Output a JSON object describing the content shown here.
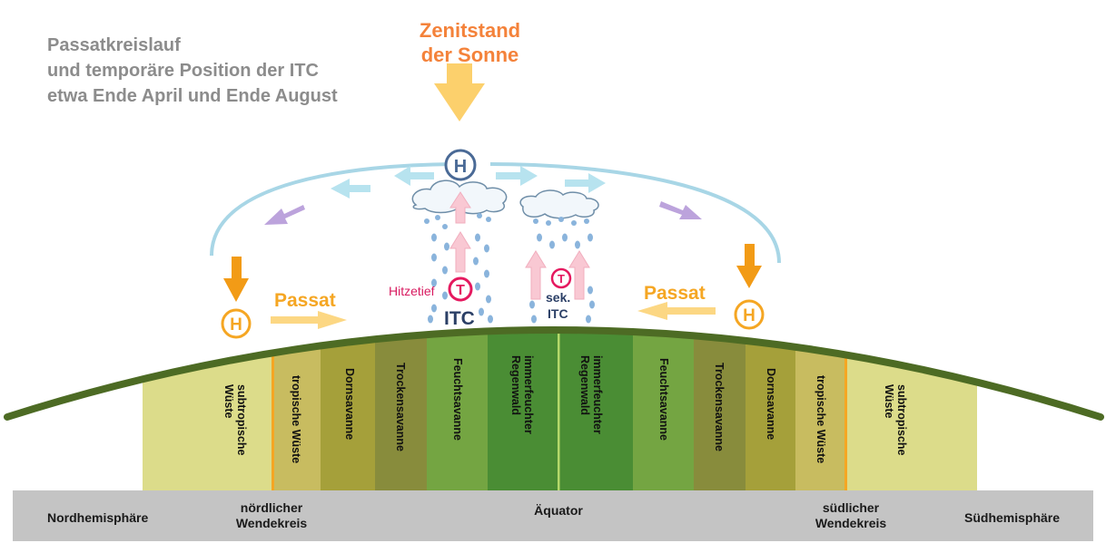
{
  "title": {
    "line1": "Passatkreislauf",
    "line2": "und temporäre Position der ITC",
    "line3": "etwa Ende April und Ende August"
  },
  "zenith": {
    "line1": "Zenitstand",
    "line2": "der Sonne"
  },
  "labels": {
    "high": "H",
    "low": "T",
    "passat": "Passat",
    "hitzetief": "Hitzetief",
    "itc": "ITC",
    "sek_itc_line1": "sek.",
    "sek_itc_line2": "ITC"
  },
  "zones_north": [
    "subtropische Wüste",
    "tropische Wüste",
    "Dornsavanne",
    "Trockensavanne",
    "Feuchtsavanne",
    "immerfeuchter Regenwald"
  ],
  "zones_south": [
    "immerfeuchter Regenwald",
    "Feuchtsavanne",
    "Trockensavanne",
    "Dornsavanne",
    "tropische Wüste",
    "subtropische Wüste"
  ],
  "bottom_bar": {
    "north": "Nordhemisphäre",
    "tropic_north_line1": "nördlicher",
    "tropic_north_line2": "Wendekreis",
    "equator": "Äquator",
    "tropic_south_line1": "südlicher",
    "tropic_south_line2": "Wendekreis",
    "south": "Südhemisphäre"
  },
  "colors": {
    "title": "#8c8c8c",
    "zenith_text": "#f4823a",
    "sun_arrow": "#fcd06c",
    "passat_text": "#f5a623",
    "high_circle": "#f5a623",
    "high_circle_top": "#4a6a96",
    "low_circle": "#e5195f",
    "hitzetief_text": "#d81b60",
    "itc_text": "#2b3f66",
    "circulation_arc": "#a8d6e6",
    "upper_arrow": "#b7e3ef",
    "descent_arrow": "#bca3dc",
    "down_arrow": "#f29b16",
    "ascent_arrow": "#f9c8d3",
    "rain": "#8ab4dc",
    "ground_line": "#4d6b24",
    "tropic_line": "#f5a623",
    "equator_line": "#b5d96a",
    "bottom_bar": "#c4c4c4",
    "zone_subtropische_wueste": "#dcdc8a",
    "zone_tropische_wueste": "#c8bc60",
    "zone_dornsavanne": "#a5a03a",
    "zone_trockensavanne": "#888c3c",
    "zone_feuchtsavanne": "#74a542",
    "zone_regenwald": "#4a8d34"
  }
}
